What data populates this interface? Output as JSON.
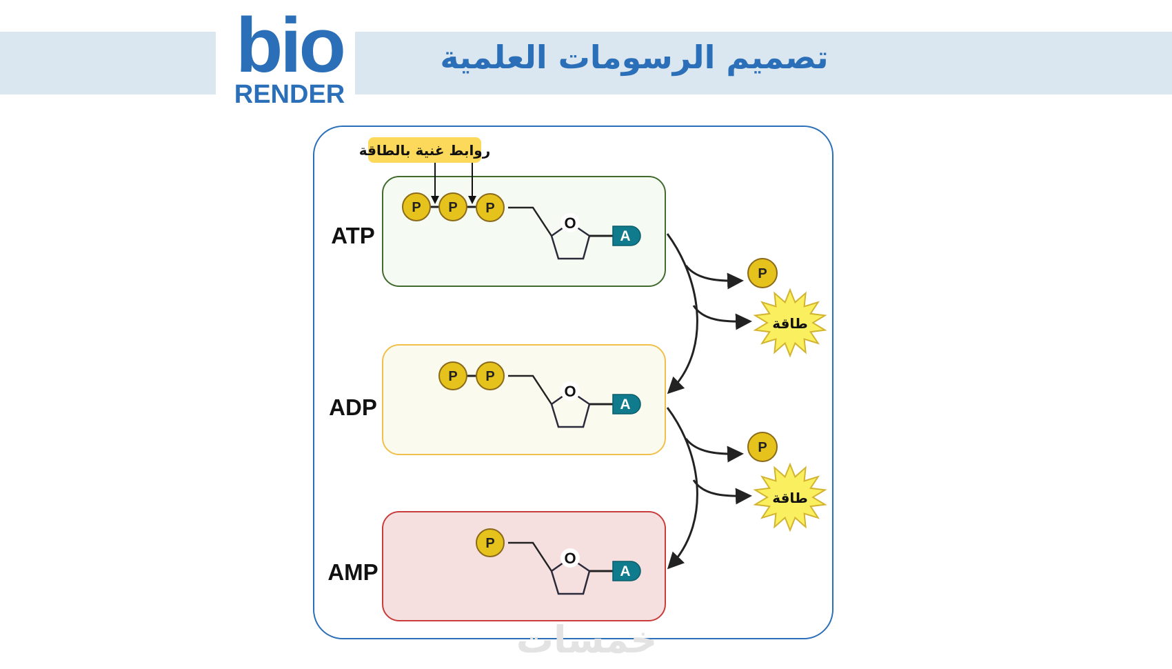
{
  "header": {
    "title": "تصميم الرسومات العلمية",
    "logo_top": "bio",
    "logo_bottom": "RENDER"
  },
  "diagram": {
    "callout": "روابط غنية بالطاقة",
    "molecules": [
      {
        "name": "ATP",
        "phosphates": 3
      },
      {
        "name": "ADP",
        "phosphates": 2
      },
      {
        "name": "AMP",
        "phosphates": 1
      }
    ],
    "phosphate_label": "P",
    "ring_oxygen": "O",
    "base_label": "A",
    "energy_label": "طاقة",
    "colors": {
      "atp_bg": "#f5faf3",
      "atp_border": "#3f6b2d",
      "adp_bg": "#fbfaee",
      "adp_border": "#f0c04a",
      "amp_bg": "#f5dfdf",
      "amp_border": "#c83c3c",
      "phosphate": "#e6c21c",
      "base": "#0f7b8c",
      "accent": "#2a6fb8"
    }
  },
  "watermark": "خمسات"
}
